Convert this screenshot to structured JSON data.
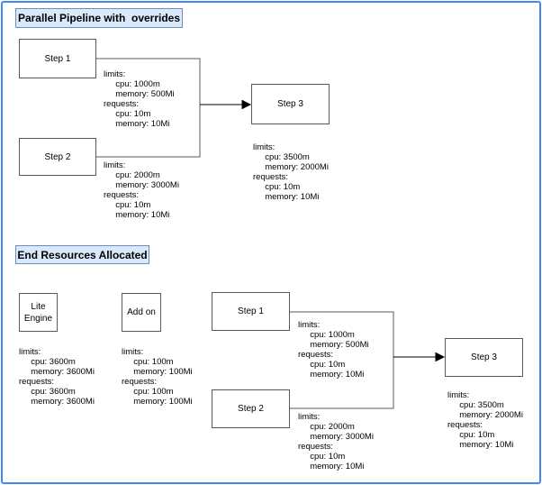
{
  "colors": {
    "canvas_border": "#4285f4",
    "title_fill": "#dae8fc",
    "title_border": "#6c8ebf",
    "box_border": "#595959",
    "connector": "#595959",
    "arrow": "#000000"
  },
  "top": {
    "title": "Parallel Pipeline with  overrides",
    "step1": {
      "label": "Step 1",
      "resources": "limits:\n     cpu: 1000m\n     memory: 500Mi\nrequests:\n     cpu: 10m\n     memory: 10Mi"
    },
    "step2": {
      "label": "Step 2",
      "resources": "limits:\n     cpu: 2000m\n     memory: 3000Mi\nrequests:\n     cpu: 10m\n     memory: 10Mi"
    },
    "step3": {
      "label": "Step 3",
      "resources": "limits:\n     cpu: 3500m\n     memory: 2000Mi\nrequests:\n     cpu: 10m\n     memory: 10Mi"
    }
  },
  "bottom": {
    "title": "End Resources Allocated",
    "lite_engine": {
      "label": "Lite\nEngine",
      "resources": "limits:\n     cpu: 3600m\n     memory: 3600Mi\nrequests:\n     cpu: 3600m\n     memory: 3600Mi"
    },
    "add_on": {
      "label": "Add on",
      "resources": "limits:\n     cpu: 100m\n     memory: 100Mi\nrequests:\n     cpu: 100m\n     memory: 100Mi"
    },
    "step1": {
      "label": "Step 1",
      "resources": "limits:\n     cpu: 1000m\n     memory: 500Mi\nrequests:\n     cpu: 10m\n     memory: 10Mi"
    },
    "step2": {
      "label": "Step 2",
      "resources": "limits:\n     cpu: 2000m\n     memory: 3000Mi\nrequests:\n     cpu: 10m\n     memory: 10Mi"
    },
    "step3": {
      "label": "Step 3",
      "resources": "limits:\n     cpu: 3500m\n     memory: 2000Mi\nrequests:\n     cpu: 10m\n     memory: 10Mi"
    }
  }
}
